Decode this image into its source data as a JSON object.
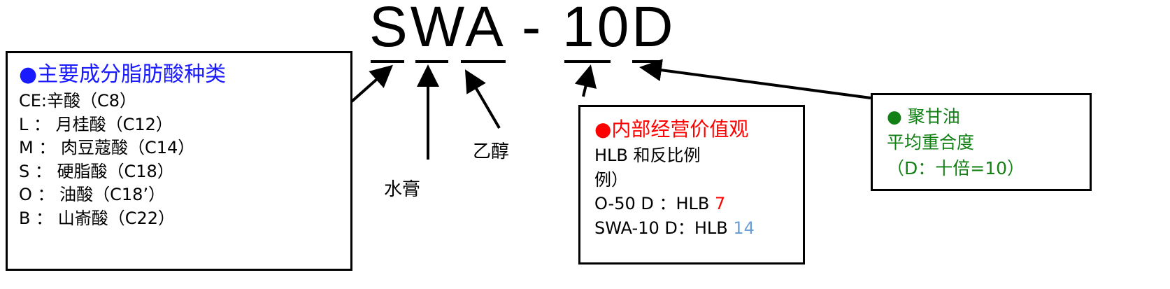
{
  "title": "SWA - 10D",
  "labels": {
    "water": "水膏",
    "ethanol": "乙醇"
  },
  "left_box": {
    "heading": "●主要成分脂肪酸种类",
    "items": [
      "CE:辛酸（C8）",
      "L ： 月桂酸（C12）",
      "M ： 肉豆蔻酸（C14）",
      "S ： 硬脂酸（C18）",
      "O ： 油酸（C18’）",
      "B ： 山嵛酸（C22）"
    ]
  },
  "mid_box": {
    "heading": "●内部经营价值观",
    "lines": [
      "HLB 和反比例",
      "例）"
    ],
    "o50_label": "O-50 D ：HLB ",
    "o50_value": "7",
    "swa_label": "SWA-10 D：HLB ",
    "swa_value": "14"
  },
  "right_box": {
    "lines": [
      "● 聚甘油",
      "平均重合度",
      "（D：十倍=10）"
    ]
  },
  "colors": {
    "blue": "#1a1aff",
    "red": "#ff0000",
    "green": "#138015",
    "light_blue": "#6a9fd4"
  }
}
